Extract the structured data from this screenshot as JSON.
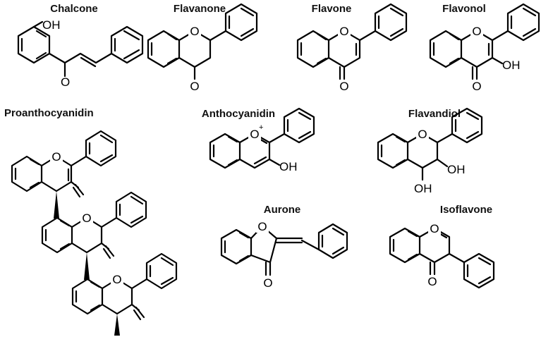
{
  "compounds": {
    "chalcone": {
      "name": "Chalcone",
      "oh": "OH",
      "o": "O"
    },
    "flavanone": {
      "name": "Flavanone",
      "ring_o": "O",
      "o": "O"
    },
    "flavone": {
      "name": "Flavone",
      "ring_o": "O",
      "o": "O"
    },
    "flavonol": {
      "name": "Flavonol",
      "ring_o": "O",
      "o": "O",
      "oh": "OH"
    },
    "proanthocyanidin": {
      "name": "Proanthocyanidin",
      "ring_o1": "O",
      "ring_o2": "O",
      "ring_o3": "O"
    },
    "anthocyanidin": {
      "name": "Anthocyanidin",
      "ring_o": "O",
      "charge": "+",
      "oh": "OH"
    },
    "flavandiol": {
      "name": "Flavandiol",
      "ring_o": "O",
      "oh1": "OH",
      "oh2": "OH"
    },
    "aurone": {
      "name": "Aurone",
      "ring_o": "O",
      "o": "O"
    },
    "isoflavone": {
      "name": "Isoflavone",
      "ring_o": "O",
      "o": "O"
    }
  }
}
